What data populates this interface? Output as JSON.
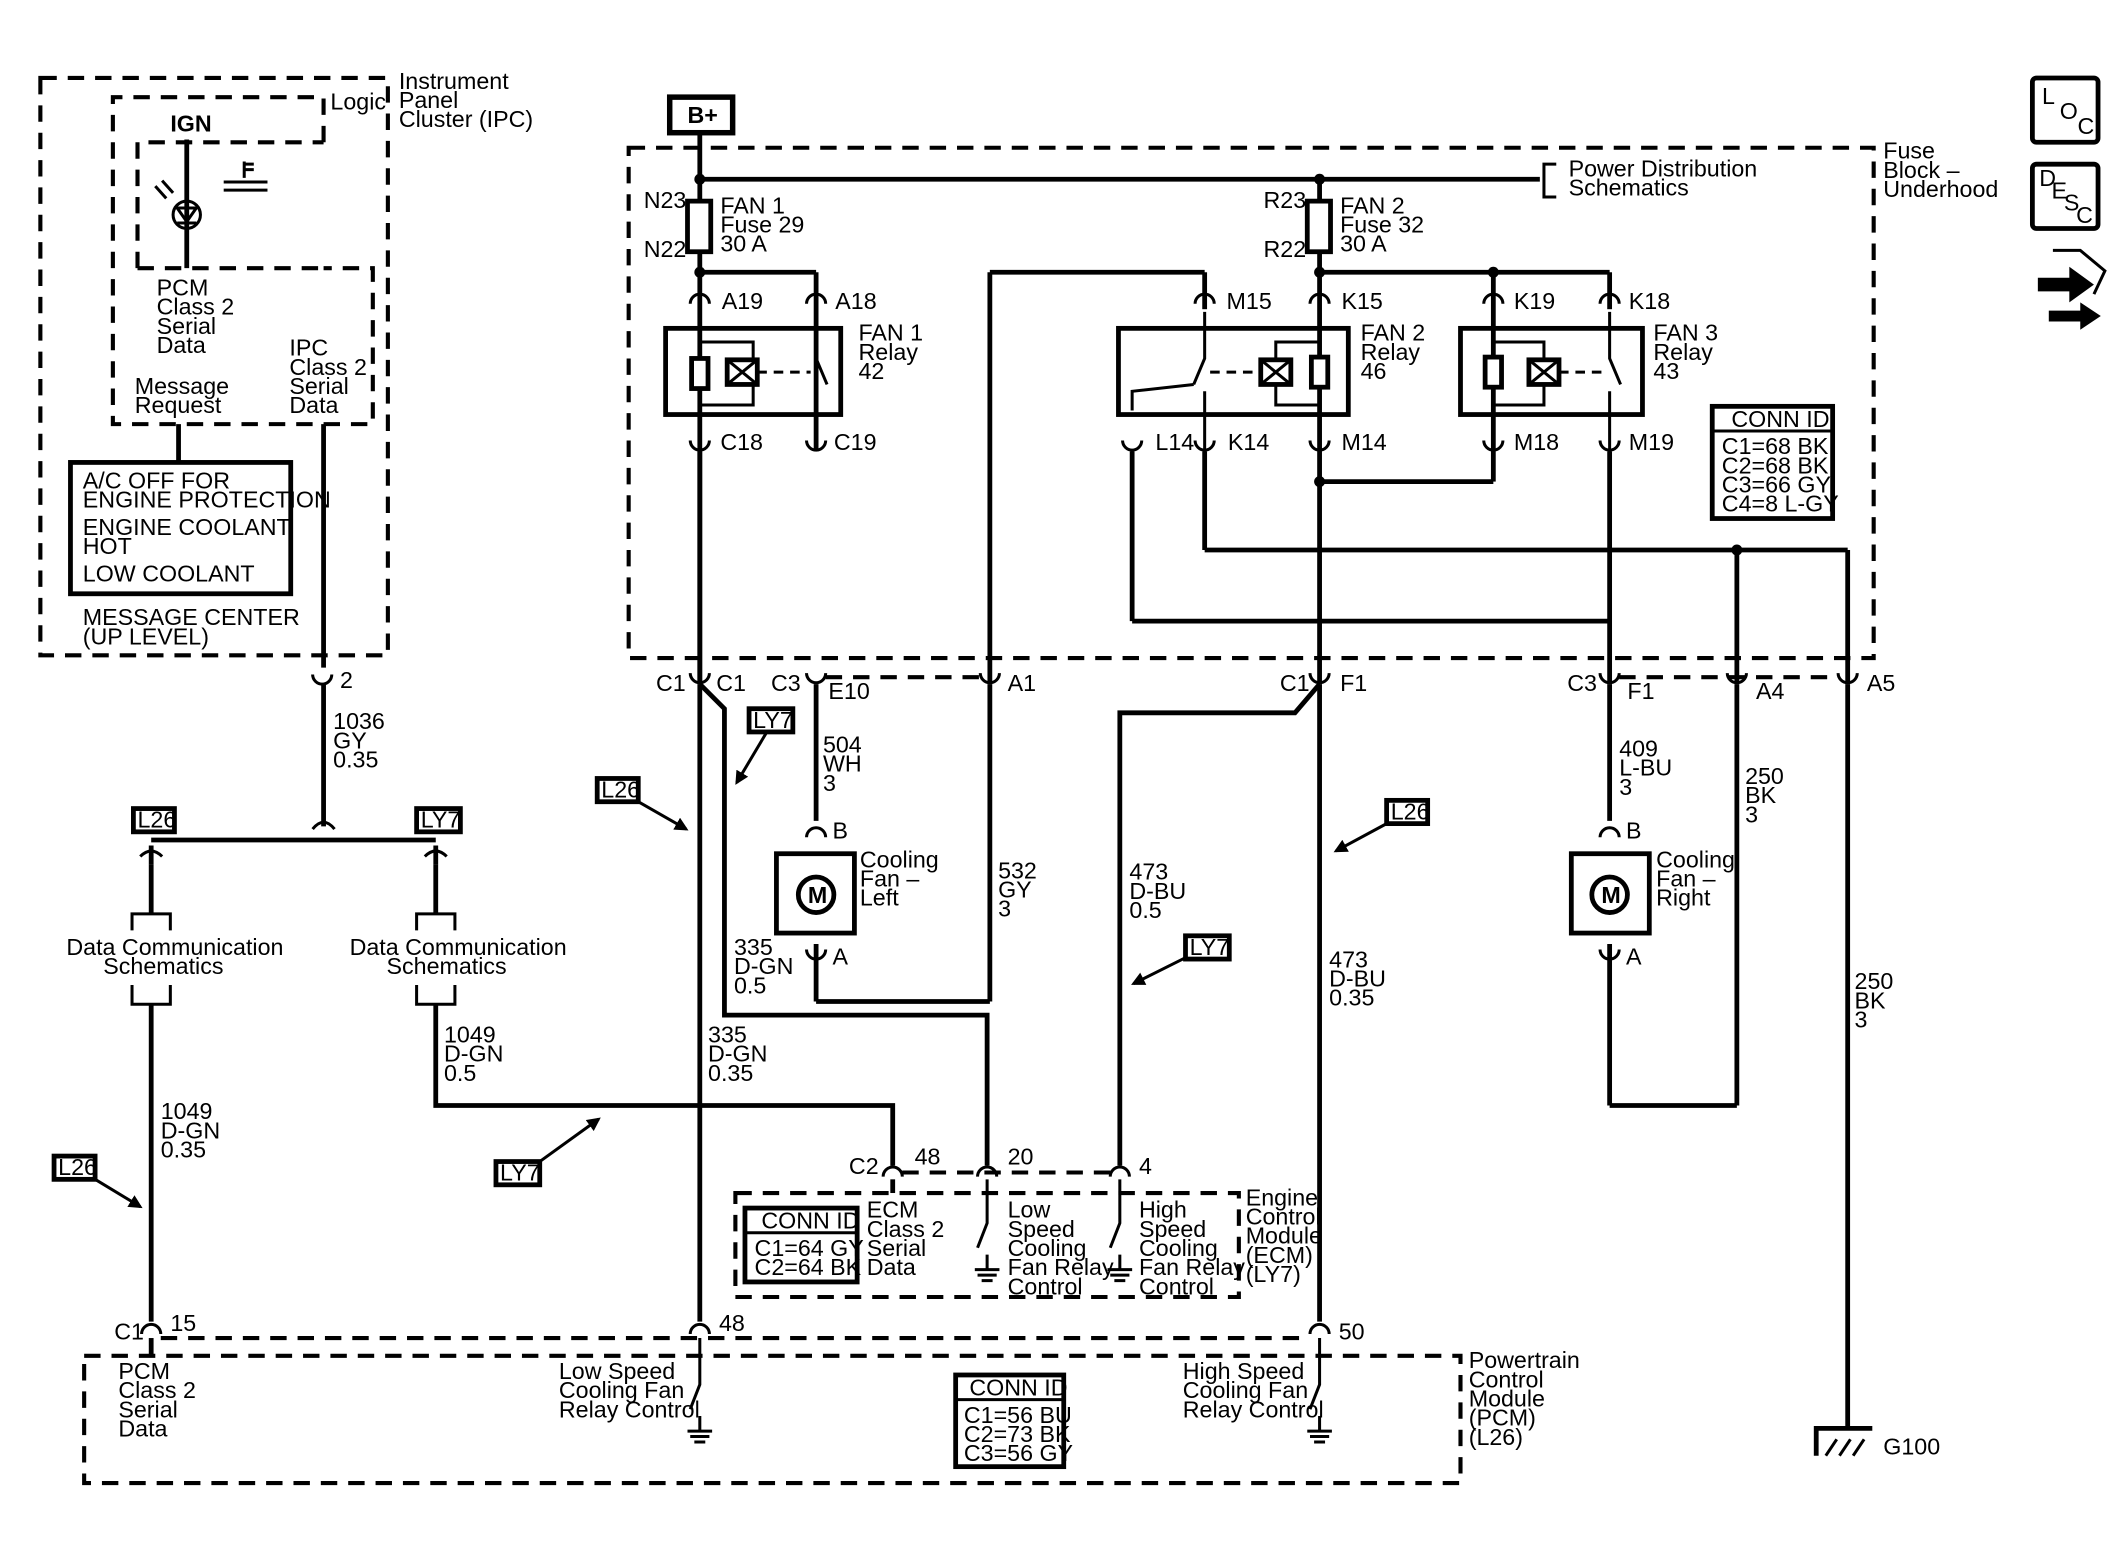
{
  "ipc": {
    "title": [
      "Instrument",
      "Panel",
      "Cluster (IPC)"
    ],
    "logic": "Logic",
    "ign": "IGN",
    "pcm_data": [
      "PCM",
      "Class 2",
      "Serial",
      "Data"
    ],
    "ipc_data": [
      "IPC",
      "Class 2",
      "Serial",
      "Data"
    ],
    "message_request": [
      "Message",
      "Request"
    ],
    "messages": [
      "A/C OFF FOR",
      "ENGINE PROTECTION",
      "ENGINE COOLANT",
      "HOT",
      "LOW COOLANT"
    ],
    "message_center": [
      "MESSAGE CENTER",
      "(UP LEVEL)"
    ]
  },
  "fuse_block": {
    "title": [
      "Fuse",
      "Block –",
      "Underhood"
    ],
    "bplus": "B+",
    "pds": [
      "Power Distribution",
      "Schematics"
    ],
    "fan1_fuse": {
      "top": "N23",
      "bottom": "N22",
      "label": [
        "FAN 1",
        "Fuse 29",
        "30 A"
      ]
    },
    "fan2_fuse": {
      "top": "R23",
      "bottom": "R22",
      "label": [
        "FAN 2",
        "Fuse 32",
        "30 A"
      ]
    },
    "relays": [
      {
        "label": [
          "FAN 1",
          "Relay",
          "42"
        ],
        "top_pins": [
          "A19",
          "A18"
        ],
        "bottom_pins": [
          "C18",
          "C19"
        ]
      },
      {
        "label": [
          "FAN 2",
          "Relay",
          "46"
        ],
        "top_pins": [
          "M15",
          "K15"
        ],
        "bottom_pins": [
          "L14",
          "K14",
          "M14"
        ]
      },
      {
        "label": [
          "FAN 3",
          "Relay",
          "43"
        ],
        "top_pins": [
          "K19",
          "K18"
        ],
        "bottom_pins": [
          "M18",
          "M19"
        ]
      }
    ],
    "conn_id": {
      "title": "CONN ID",
      "lines": [
        "C1=68 BK",
        "C2=68 BK",
        "C3=66 GY",
        "C4=8 L-GY"
      ]
    },
    "connectors": [
      "C1",
      "C1",
      "C3",
      "E10",
      "A1",
      "C1",
      "F1",
      "C3",
      "F1",
      "A4",
      "A5"
    ]
  },
  "wires": {
    "w1036": [
      "1036",
      "GY",
      "0.35"
    ],
    "w504": [
      "504",
      "WH",
      "3"
    ],
    "w532": [
      "532",
      "GY",
      "3"
    ],
    "w473a": [
      "473",
      "D-BU",
      "0.5"
    ],
    "w473b": [
      "473",
      "D-BU",
      "0.35"
    ],
    "w409": [
      "409",
      "L-BU",
      "3"
    ],
    "w250a": [
      "250",
      "BK",
      "3"
    ],
    "w250b": [
      "250",
      "BK",
      "3"
    ],
    "w335a": [
      "335",
      "D-GN",
      "0.5"
    ],
    "w335b": [
      "335",
      "D-GN",
      "0.35"
    ],
    "w1049a": [
      "1049",
      "D-GN",
      "0.5"
    ],
    "w1049b": [
      "1049",
      "D-GN",
      "0.35"
    ]
  },
  "fans": {
    "left": {
      "label": [
        "Cooling",
        "Fan –",
        "Left"
      ],
      "pin_top": "B",
      "pin_bottom": "A",
      "symbol": "M"
    },
    "right": {
      "label": [
        "Cooling",
        "Fan –",
        "Right"
      ],
      "pin_top": "B",
      "pin_bottom": "A",
      "symbol": "M"
    }
  },
  "options": {
    "l26": "L26",
    "ly7": "LY7"
  },
  "dcs": [
    "Data Communication",
    "Schematics"
  ],
  "pins": {
    "p2": "2",
    "c2": "C2",
    "p48a": "48",
    "p20": "20",
    "p4": "4",
    "c1": "C1",
    "p15": "15",
    "p48b": "48",
    "p50": "50"
  },
  "ecm": {
    "title": [
      "Engine",
      "Control",
      "Module",
      "(ECM)",
      "(LY7)"
    ],
    "conn_id": {
      "title": "CONN ID",
      "lines": [
        "C1=64 GY",
        "C2=64 BK"
      ]
    },
    "serial": [
      "ECM",
      "Class 2",
      "Serial",
      "Data"
    ],
    "low": [
      "Low",
      "Speed",
      "Cooling",
      "Fan Relay",
      "Control"
    ],
    "high": [
      "High",
      "Speed",
      "Cooling",
      "Fan Relay",
      "Control"
    ]
  },
  "pcm": {
    "title": [
      "Powertrain",
      "Control",
      "Module",
      "(PCM)",
      "(L26)"
    ],
    "serial": [
      "PCM",
      "Class 2",
      "Serial",
      "Data"
    ],
    "low": [
      "Low Speed",
      "Cooling Fan",
      "Relay Control"
    ],
    "high": [
      "High Speed",
      "Cooling Fan",
      "Relay Control"
    ],
    "conn_id": {
      "title": "CONN ID",
      "lines": [
        "C1=56 BU",
        "C2=73 BK",
        "C3=56 GY"
      ]
    }
  },
  "ground": "G100",
  "nav_icons": {
    "loc": [
      "L",
      "O",
      "C"
    ],
    "desc": [
      "D",
      "E",
      "S",
      "C"
    ]
  }
}
